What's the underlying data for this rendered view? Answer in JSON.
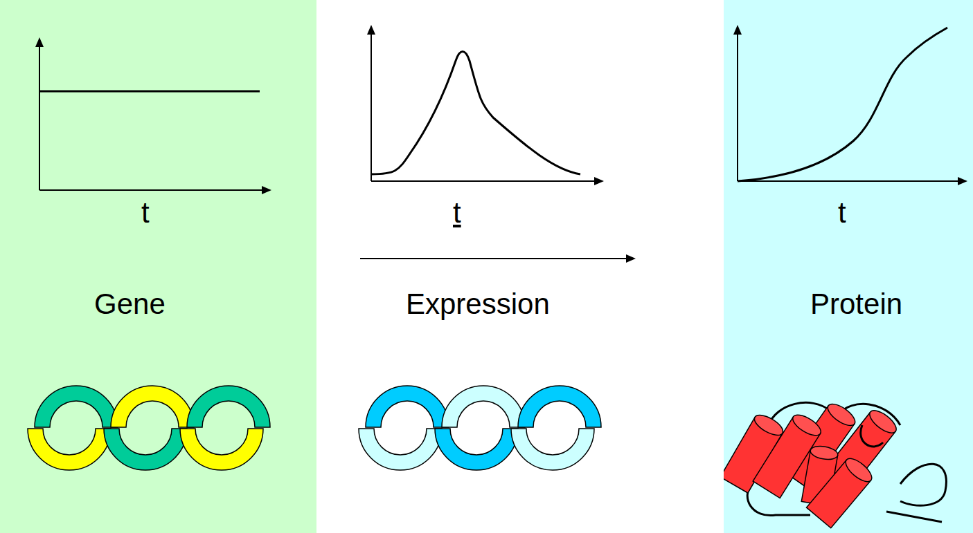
{
  "diagram": {
    "nodes": [
      {
        "text": [
          "t",
          "Gene"
        ]
      },
      {
        "text": [
          "t",
          "Protein"
        ]
      }
    ],
    "labels": [
      "t",
      "Expression"
    ]
  }
}
